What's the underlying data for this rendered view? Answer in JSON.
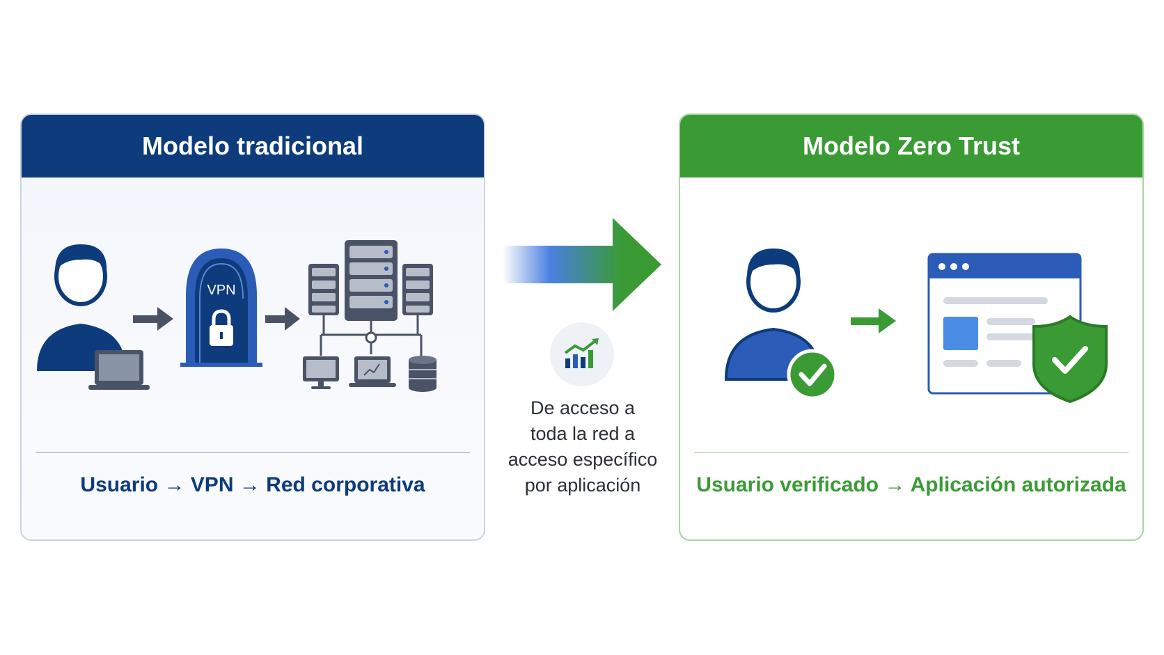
{
  "colors": {
    "traditional_primary": "#0d3b7c",
    "traditional_accent": "#2a5cb8",
    "zero_trust_primary": "#3a9b35",
    "device_gray": "#4a5366",
    "text_dark": "#2b2f36"
  },
  "traditional": {
    "title": "Modelo tradicional",
    "vpn_label": "VPN",
    "flow": {
      "step1": "Usuario",
      "step2": "VPN",
      "step3": "Red corporativa",
      "arrow": "→"
    },
    "icons": [
      "user-icon",
      "laptop-icon",
      "vpn-tunnel-icon",
      "lock-icon",
      "server-rack-icon",
      "monitor-icon",
      "database-icon"
    ]
  },
  "transition": {
    "caption": "De acceso a\ntoda la red a\nacceso específico\npor aplicación",
    "icon": "growth-chart-icon"
  },
  "zero_trust": {
    "title": "Modelo Zero Trust",
    "flow": {
      "step1": "Usuario verificado",
      "step2": "Aplicación autorizada",
      "arrow": "→"
    },
    "icons": [
      "verified-user-icon",
      "check-badge-icon",
      "app-window-icon",
      "shield-check-icon"
    ]
  }
}
